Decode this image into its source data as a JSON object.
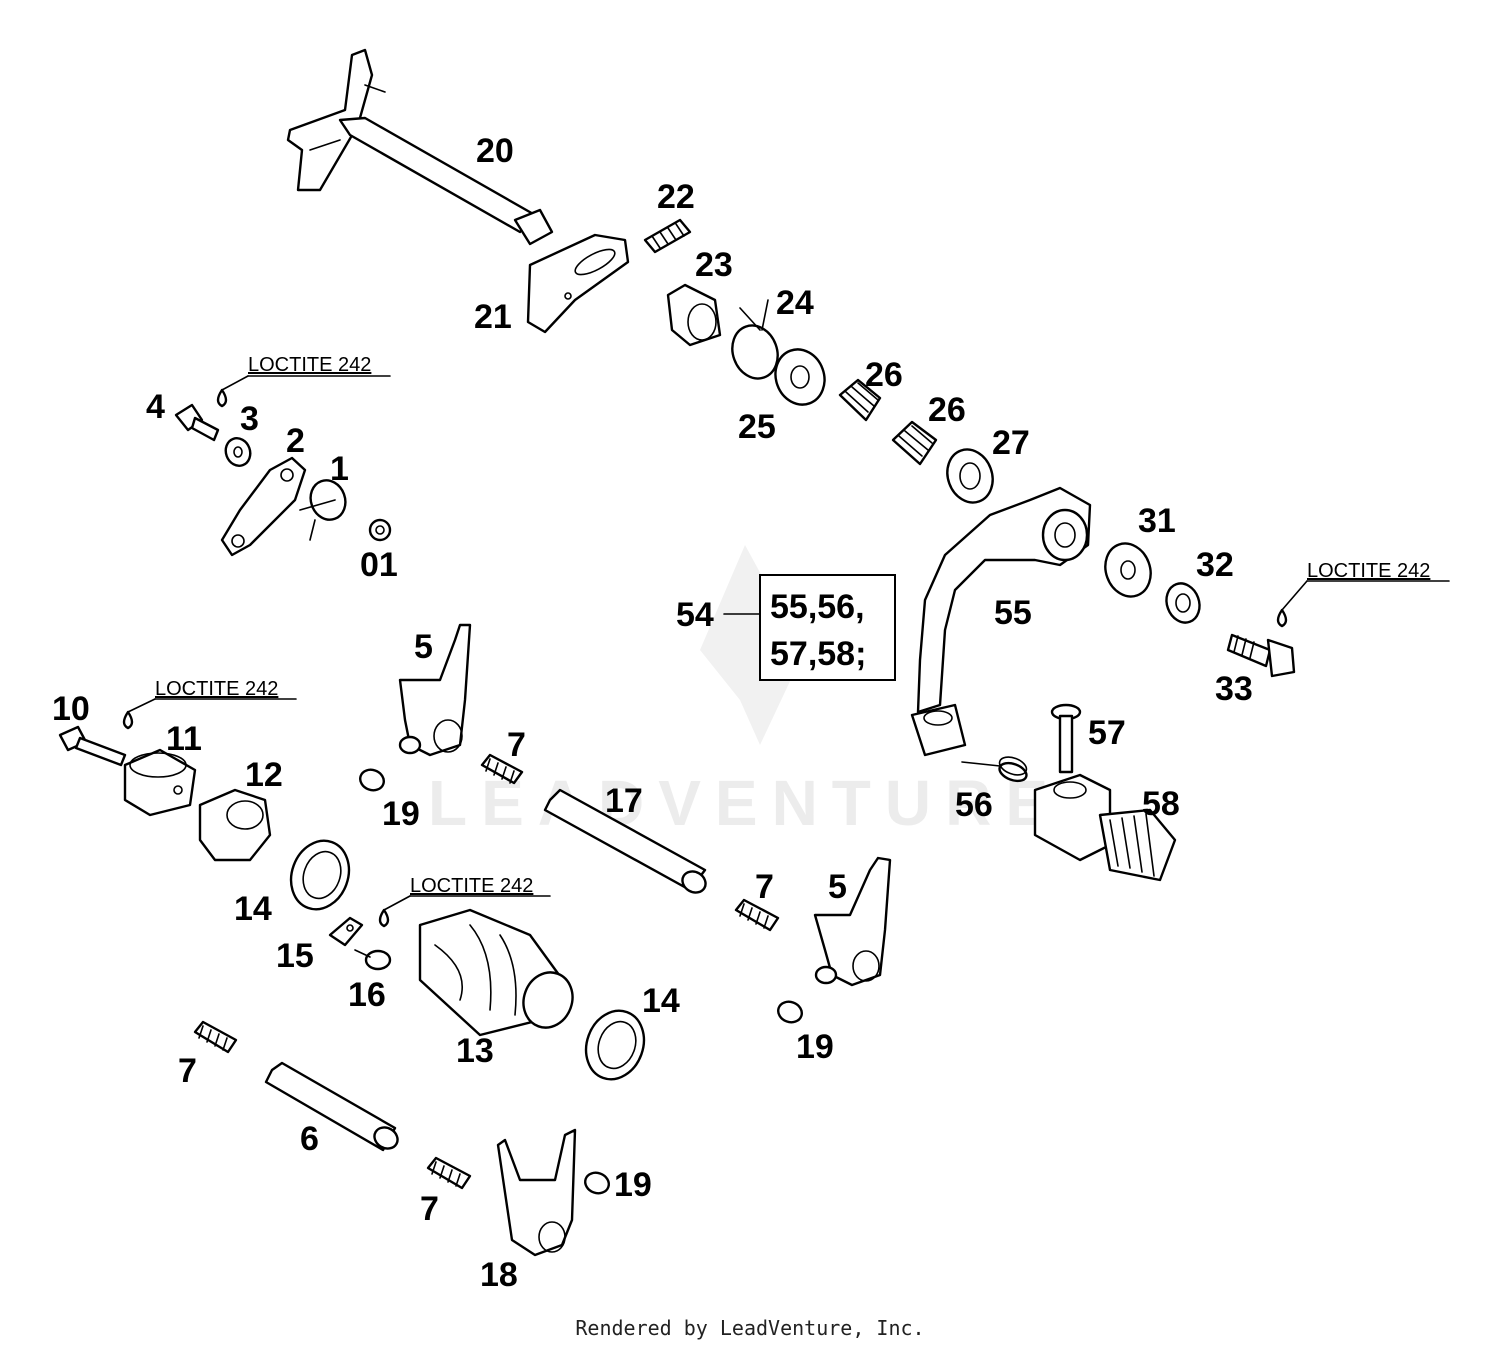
{
  "diagram": {
    "callouts": {
      "c20": "20",
      "c21": "21",
      "c22": "22",
      "c23": "23",
      "c24": "24",
      "c25": "25",
      "c26a": "26",
      "c26b": "26",
      "c27": "27",
      "c31": "31",
      "c32": "32",
      "c33": "33",
      "c4": "4",
      "c3": "3",
      "c2": "2",
      "c1": "1",
      "c01": "01",
      "c5a": "5",
      "c5b": "5",
      "c10": "10",
      "c11": "11",
      "c12": "12",
      "c7a": "7",
      "c7b": "7",
      "c7c": "7",
      "c7d": "7",
      "c19a": "19",
      "c19b": "19",
      "c19c": "19",
      "c17": "17",
      "c14a": "14",
      "c14b": "14",
      "c15": "15",
      "c16": "16",
      "c13": "13",
      "c6": "6",
      "c18": "18",
      "c54": "54",
      "c55": "55",
      "c56": "56",
      "c57": "57",
      "c58": "58"
    },
    "kit_box": {
      "line1": "55,56,",
      "line2": "57,58;"
    },
    "notes": {
      "loctite_a": "LOCTITE 242",
      "loctite_b": "LOCTITE 242",
      "loctite_c": "LOCTITE 242",
      "loctite_d": "LOCTITE 242"
    },
    "watermark": "LEADVENTURE",
    "footer": "Rendered by LeadVenture, Inc."
  }
}
